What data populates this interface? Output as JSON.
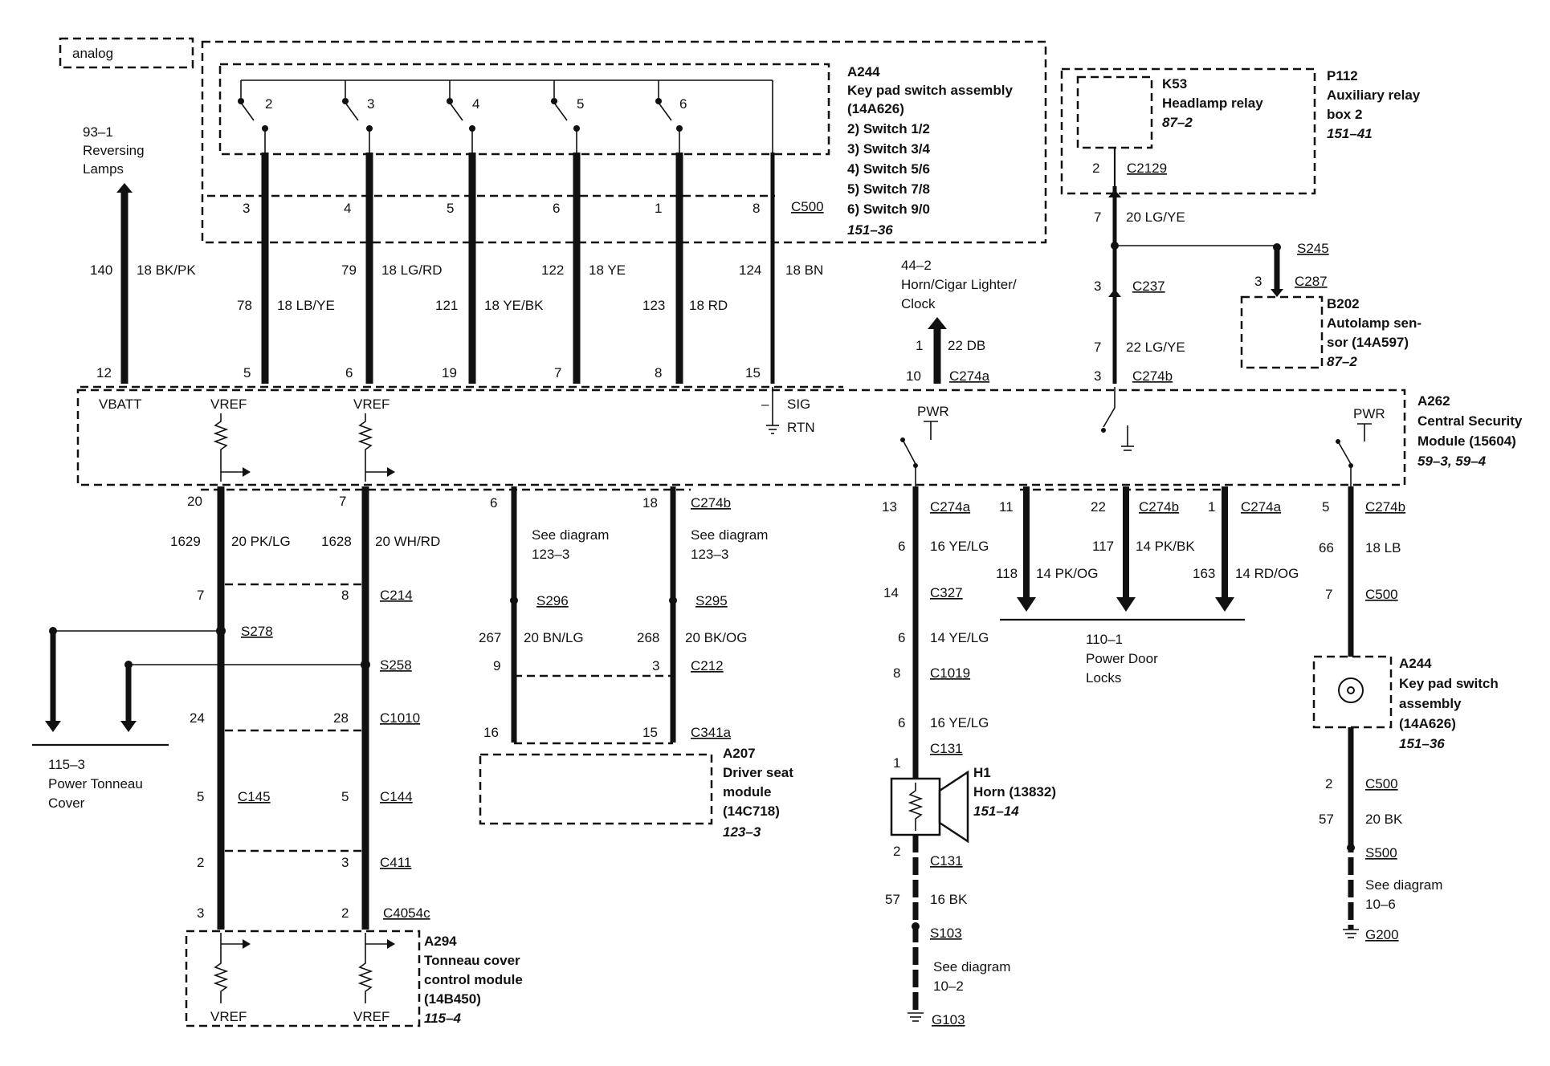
{
  "tag": "analog",
  "components": {
    "a244_top": {
      "id": "A244",
      "name_lines": [
        "Key pad switch assembly",
        "(14A626)"
      ],
      "switch_list": [
        "2)  Switch 1/2",
        "3)  Switch 3/4",
        "4)  Switch 5/6",
        "5)  Switch 7/8",
        "6)  Switch 9/0"
      ],
      "ref": "151–36",
      "switch_numbers": [
        "2",
        "3",
        "4",
        "5",
        "6"
      ]
    },
    "k53": {
      "id": "K53",
      "name": "Headlamp relay",
      "ref": "87–2"
    },
    "p112": {
      "id": "P112",
      "name_lines": [
        "Auxiliary relay",
        "box 2"
      ],
      "ref": "151–41"
    },
    "b202": {
      "id": "B202",
      "name_lines": [
        "Autolamp sen-",
        "sor (14A597)"
      ],
      "ref": "87–2"
    },
    "a262": {
      "id": "A262",
      "name_lines": [
        "Central Security",
        "Module (15604)"
      ],
      "ref": "59–3,  59–4",
      "labels": {
        "vbatt": "VBATT",
        "vref1": "VREF",
        "vref2": "VREF",
        "sig": "SIG",
        "rtn": "RTN",
        "minus": "–",
        "pwr1": "PWR",
        "pwr2": "PWR"
      }
    },
    "a294": {
      "id": "A294",
      "name_lines": [
        "Tonneau cover",
        "control module",
        "(14B450)"
      ],
      "ref": "115–4",
      "vref1": "VREF",
      "vref2": "VREF"
    },
    "a207": {
      "id": "A207",
      "name_lines": [
        "Driver seat",
        "module",
        "(14C718)"
      ],
      "ref": "123–3"
    },
    "h1": {
      "id": "H1",
      "name": "Horn (13832)",
      "ref": "151–14"
    },
    "a244_right": {
      "id": "A244",
      "name_lines": [
        "Key pad switch",
        "assembly",
        "(14A626)"
      ],
      "ref": "151–36"
    }
  },
  "references": {
    "reversing": [
      "93–1",
      "Reversing",
      "Lamps"
    ],
    "horn_cigar": [
      "44–2",
      "Horn/Cigar Lighter/",
      "Clock"
    ],
    "tonneau": [
      "115–3",
      "Power Tonneau",
      "Cover"
    ],
    "door_locks": [
      "110–1",
      "Power Door",
      "Locks"
    ],
    "see_123_left": [
      "See diagram",
      "123–3"
    ],
    "see_123_right": [
      "See diagram",
      "123–3"
    ],
    "see_10_2": [
      "See diagram",
      "10–2"
    ],
    "see_10_6": [
      "See diagram",
      "10–6"
    ]
  },
  "connectors": {
    "c500_top": "C500",
    "c2129": "C2129",
    "s245": "S245",
    "c287": "C287",
    "c237": "C237",
    "c274a_top": "C274a",
    "c274b_top": "C274b",
    "c274b_l": "C274b",
    "c214": "C214",
    "s278": "S278",
    "s258": "S258",
    "c1010": "C1010",
    "c145": "C145",
    "c144": "C144",
    "c411": "C411",
    "c4054c": "C4054c",
    "s296": "S296",
    "s295": "S295",
    "c212": "C212",
    "c341a": "C341a",
    "c274a_h": "C274a",
    "c327": "C327",
    "c1019": "C1019",
    "c131_a": "C131",
    "c131_b": "C131",
    "s103": "S103",
    "g103": "G103",
    "c274b_d": "C274b",
    "c274a_d": "C274a",
    "c274b_r": "C274b",
    "c500_r1": "C500",
    "c500_r2": "C500",
    "s500": "S500",
    "g200": "G200"
  },
  "wires": {
    "w140": {
      "circuit": "140",
      "label": "18 BK/PK"
    },
    "w78": {
      "circuit": "78",
      "label": "18 LB/YE"
    },
    "w79": {
      "circuit": "79",
      "label": "18 LG/RD"
    },
    "w121": {
      "circuit": "121",
      "label": "18 YE/BK"
    },
    "w122": {
      "circuit": "122",
      "label": "18 YE"
    },
    "w123": {
      "circuit": "123",
      "label": "18 RD"
    },
    "w124": {
      "circuit": "124",
      "label": "18 BN"
    },
    "w_db": {
      "circuit": "1",
      "label": "22 DB"
    },
    "w_lgye20": {
      "circuit": "7",
      "label": "20 LG/YE"
    },
    "w_lgye22": {
      "circuit": "7",
      "label": "22 LG/YE"
    },
    "w1629": {
      "circuit": "1629",
      "label": "20 PK/LG"
    },
    "w1628": {
      "circuit": "1628",
      "label": "20 WH/RD"
    },
    "w267": {
      "circuit": "267",
      "label": "20 BN/LG"
    },
    "w268": {
      "circuit": "268",
      "label": "20 BK/OG"
    },
    "w6a": {
      "circuit": "6",
      "label": "16 YE/LG"
    },
    "w6b": {
      "circuit": "6",
      "label": "14 YE/LG"
    },
    "w6c": {
      "circuit": "6",
      "label": "16 YE/LG"
    },
    "w57h": {
      "circuit": "57",
      "label": "16 BK"
    },
    "w118": {
      "circuit": "118",
      "label": "14 PK/OG"
    },
    "w117": {
      "circuit": "117",
      "label": "14 PK/BK"
    },
    "w163": {
      "circuit": "163",
      "label": "14 RD/OG"
    },
    "w66": {
      "circuit": "66",
      "label": "18 LB"
    },
    "w57r": {
      "circuit": "57",
      "label": "20 BK"
    }
  },
  "pins": {
    "row_top": [
      "3",
      "4",
      "5",
      "6",
      "1",
      "8"
    ],
    "row_module": [
      "12",
      "5",
      "6",
      "19",
      "7",
      "8",
      "15"
    ],
    "module_10": "10",
    "p_k53": "2",
    "p_c237": "3",
    "p_c287": "3",
    "p_c274b": "3",
    "l_20": "20",
    "l_7": "7",
    "l_7b": "7",
    "l_8": "8",
    "l_24": "24",
    "l_28": "28",
    "l_5a": "5",
    "l_5b": "5",
    "l_2": "2",
    "l_3": "3",
    "l_3b": "3",
    "l_2b": "2",
    "m_6": "6",
    "m_18": "18",
    "m_9": "9",
    "m_3": "3",
    "m_16": "16",
    "m_15": "15",
    "h_13": "13",
    "h_14": "14",
    "h_8": "8",
    "h_1": "1",
    "h_2": "2",
    "d_11": "11",
    "d_22": "22",
    "d_1": "1",
    "r_5": "5",
    "r_7": "7",
    "r_2": "2"
  }
}
